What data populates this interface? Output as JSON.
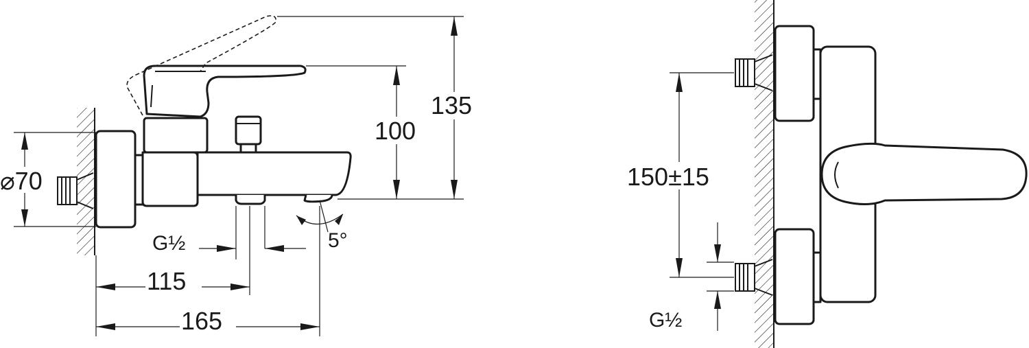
{
  "labels": {
    "diameter": "⌀70",
    "height_outlet": "100",
    "height_total": "135",
    "connection_left": "G½",
    "length_115": "115",
    "length_165": "165",
    "tilt_angle": "5°",
    "centres": "150±15",
    "connection_right": "G½"
  }
}
